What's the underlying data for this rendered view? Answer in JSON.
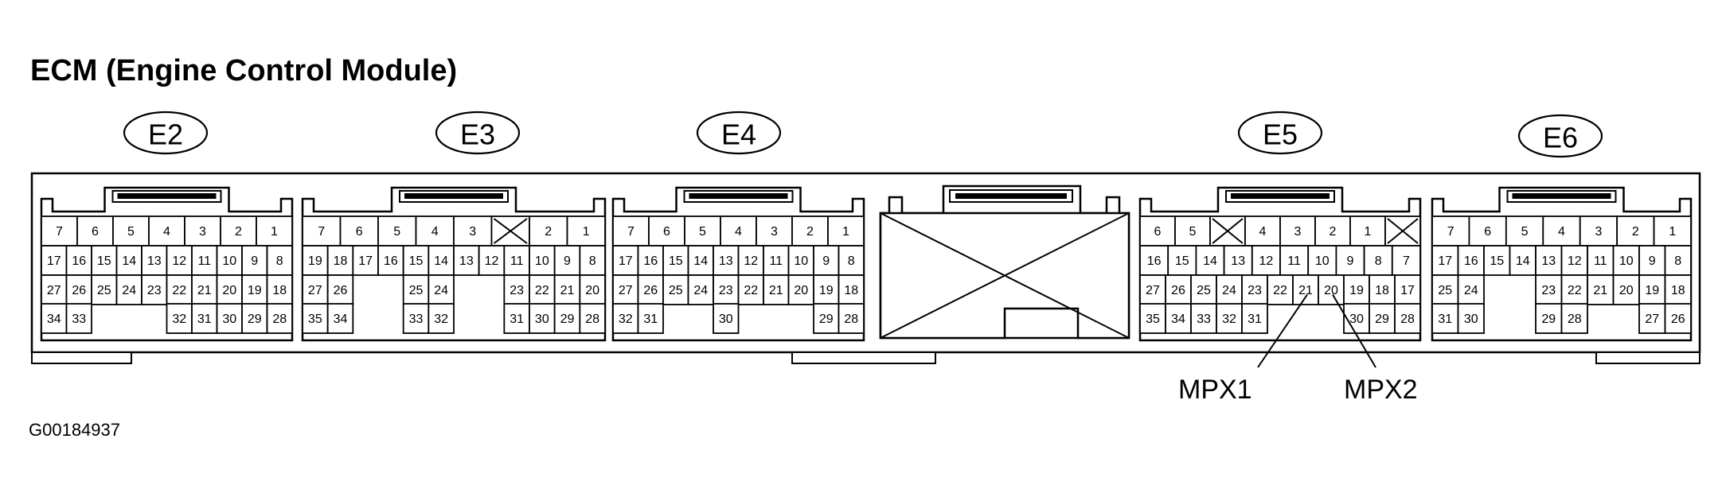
{
  "title": "ECM (Engine Control Module)",
  "figure_id": "G00184937",
  "connectors": [
    {
      "name": "E2",
      "rows": [
        [
          "7",
          "6",
          "5",
          "4",
          "3",
          "2",
          "1"
        ],
        [
          "17",
          "16",
          "15",
          "14",
          "13",
          "12",
          "11",
          "10",
          "9",
          "8"
        ],
        [
          "27",
          "26",
          "25",
          "24",
          "23",
          "22",
          "21",
          "20",
          "19",
          "18"
        ],
        [
          "34",
          "33",
          "",
          "",
          "",
          "32",
          "31",
          "30",
          "29",
          "28"
        ]
      ]
    },
    {
      "name": "E3",
      "rows": [
        [
          "7",
          "6",
          "5",
          "4",
          "3",
          "X",
          "2",
          "1"
        ],
        [
          "19",
          "18",
          "17",
          "16",
          "15",
          "14",
          "13",
          "12",
          "11",
          "10",
          "9",
          "8"
        ],
        [
          "27",
          "26",
          "",
          "",
          "25",
          "24",
          "",
          "",
          "23",
          "22",
          "21",
          "20"
        ],
        [
          "35",
          "34",
          "",
          "",
          "33",
          "32",
          "",
          "",
          "31",
          "30",
          "29",
          "28"
        ]
      ]
    },
    {
      "name": "E4",
      "rows": [
        [
          "7",
          "6",
          "5",
          "4",
          "3",
          "2",
          "1"
        ],
        [
          "17",
          "16",
          "15",
          "14",
          "13",
          "12",
          "11",
          "10",
          "9",
          "8"
        ],
        [
          "27",
          "26",
          "25",
          "24",
          "23",
          "22",
          "21",
          "20",
          "19",
          "18"
        ],
        [
          "32",
          "31",
          "",
          "",
          "30",
          "",
          "",
          "",
          "29",
          "28"
        ]
      ]
    },
    {
      "name": "E5",
      "rows": [
        [
          "6",
          "5",
          "X",
          "4",
          "3",
          "2",
          "1",
          "X"
        ],
        [
          "16",
          "15",
          "14",
          "13",
          "12",
          "11",
          "10",
          "9",
          "8",
          "7"
        ],
        [
          "27",
          "26",
          "25",
          "24",
          "23",
          "22",
          "21",
          "20",
          "19",
          "18",
          "17"
        ],
        [
          "35",
          "34",
          "33",
          "32",
          "31",
          "",
          "",
          "",
          "30",
          "29",
          "28"
        ]
      ]
    },
    {
      "name": "E6",
      "rows": [
        [
          "7",
          "6",
          "5",
          "4",
          "3",
          "2",
          "1"
        ],
        [
          "17",
          "16",
          "15",
          "14",
          "13",
          "12",
          "11",
          "10",
          "9",
          "8"
        ],
        [
          "25",
          "24",
          "",
          "",
          "23",
          "22",
          "21",
          "20",
          "19",
          "18"
        ],
        [
          "31",
          "30",
          "",
          "",
          "29",
          "28",
          "",
          "",
          "27",
          "26"
        ]
      ]
    }
  ],
  "signals": [
    {
      "label": "MPX1",
      "connector": "E5",
      "pin": "21"
    },
    {
      "label": "MPX2",
      "connector": "E5",
      "pin": "20"
    }
  ]
}
